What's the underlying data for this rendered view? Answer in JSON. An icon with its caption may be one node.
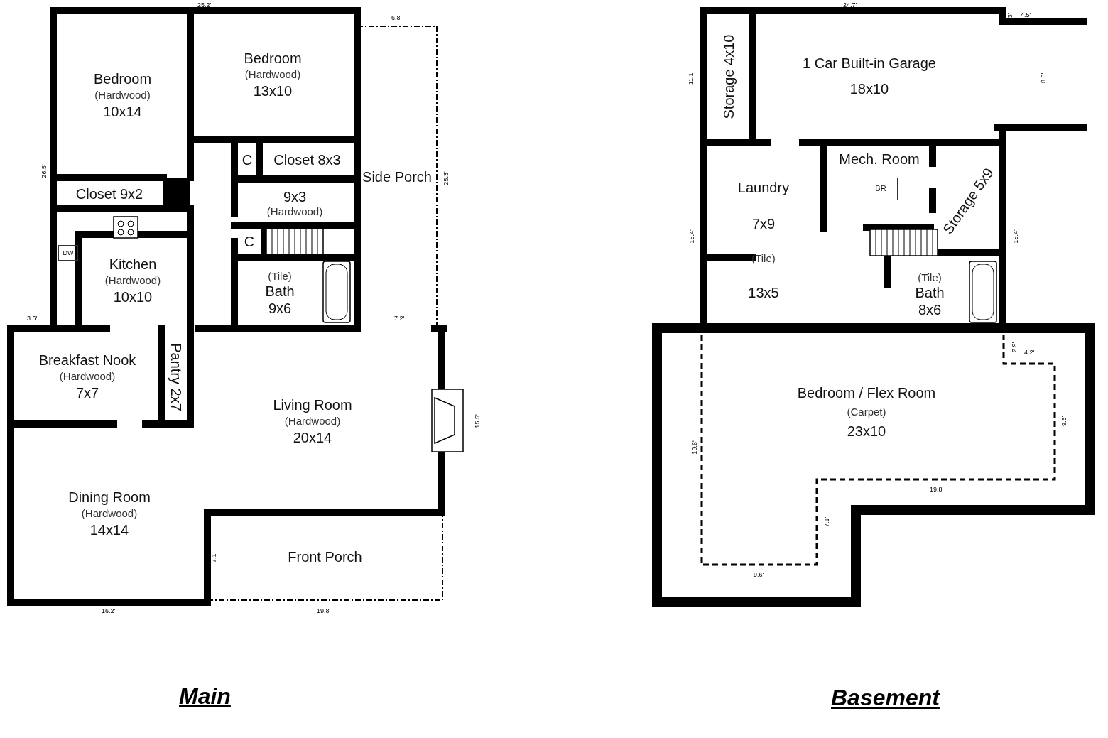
{
  "diagram": {
    "nodes": [
      {
        "text": [
          "Bedroom",
          "(Hardwood)",
          "10x14"
        ]
      },
      {
        "text": [
          "Bedroom",
          "(Hardwood)",
          "13x10"
        ]
      },
      {
        "text": [
          "C"
        ]
      },
      {
        "text": [
          "Closet 8x3"
        ]
      },
      {
        "text": [
          "Closet 9x2"
        ]
      },
      {
        "text": [
          "Side Porch"
        ]
      },
      {
        "text": [
          "9x3",
          "(Hardwood)"
        ]
      },
      {
        "text": [
          "C"
        ]
      },
      {
        "text": [
          "DW"
        ]
      },
      {
        "text": [
          "Kitchen",
          "(Hardwood)",
          "10x10"
        ]
      },
      {
        "text": [
          "(Tile)",
          "Bath",
          "9x6"
        ]
      },
      {
        "text": [
          "Breakfast Nook",
          "(Hardwood)",
          "7x7"
        ]
      },
      {
        "text": [
          "Pantry 2x7"
        ]
      },
      {
        "text": [
          "Living Room",
          "(Hardwood)",
          "20x14"
        ]
      },
      {
        "text": [
          "Dining Room",
          "(Hardwood)",
          "14x14"
        ]
      },
      {
        "text": [
          "Front Porch"
        ]
      },
      {
        "text": [
          "Storage 4x10"
        ]
      },
      {
        "text": [
          "1 Car Built-in Garage",
          "18x10"
        ]
      },
      {
        "text": [
          "Mech. Room"
        ]
      },
      {
        "text": [
          "BR"
        ],
        "in": 18
      },
      {
        "text": [
          "Laundry",
          "7x9",
          "(Tile)",
          "13x5"
        ]
      },
      {
        "text": [
          "Storage 5x9"
        ]
      },
      {
        "text": [
          "(Tile)",
          "Bath",
          "8x6"
        ]
      },
      {
        "text": [
          "Bedroom / Flex Room",
          "(Carpet)",
          "23x10"
        ]
      }
    ],
    "labels": [
      "25.2'",
      "6.8'",
      "26.5'",
      "25.3'",
      "3.6'",
      "7.2'",
      "15.5'",
      "7.1'",
      "16.2'",
      "19.8'",
      "24.7'",
      "3'",
      "4.5'",
      "11.1'",
      "8.5'",
      "15.4'",
      "15.4'",
      "2.9'",
      "4.2'",
      "19.6'",
      "9.6'",
      "19.8'",
      "7.1'",
      "9.6'",
      "Main",
      "Basement"
    ]
  }
}
